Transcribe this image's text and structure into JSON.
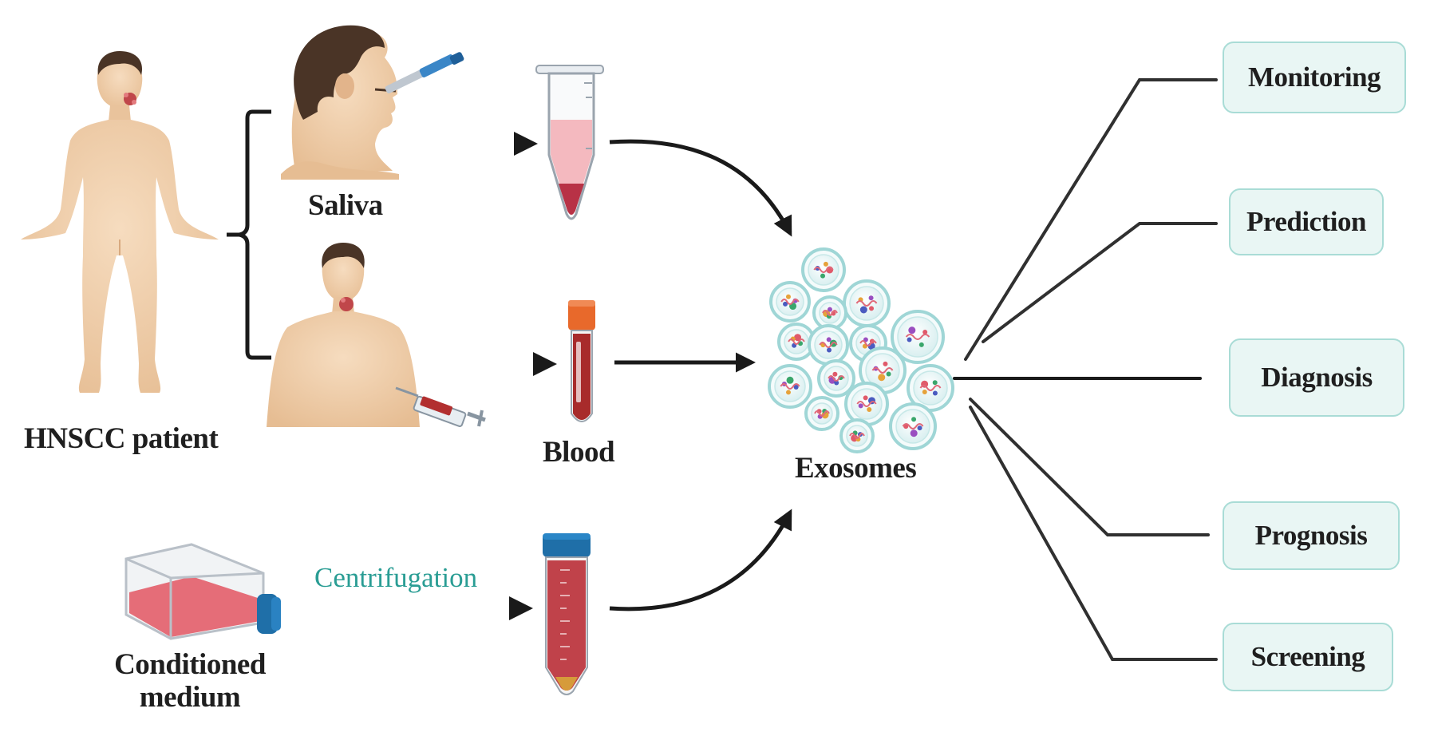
{
  "labels": {
    "patient": "HNSCC patient",
    "saliva": "Saliva",
    "blood": "Blood",
    "conditioned_medium": "Conditioned medium",
    "centrifugation": "Centrifugation",
    "exosomes": "Exosomes"
  },
  "applications": [
    "Monitoring",
    "Prediction",
    "Diagnosis",
    "Prognosis",
    "Screening"
  ],
  "colors": {
    "skin": "#f1d0ad",
    "skin_shade": "#e3b98f",
    "hair": "#4a3426",
    "tumor": "#c0474a",
    "arrow": "#1a1a1a",
    "teal_text": "#2a9d94",
    "box_border": "#a9dcd6",
    "box_fill": "#e9f6f4",
    "blood": "#a82b2b",
    "saliva_fluid": "#f4b9bf",
    "cap_orange": "#e8692b",
    "cap_blue": "#1f6fa8",
    "exosome_ring": "#9fd6d6"
  }
}
